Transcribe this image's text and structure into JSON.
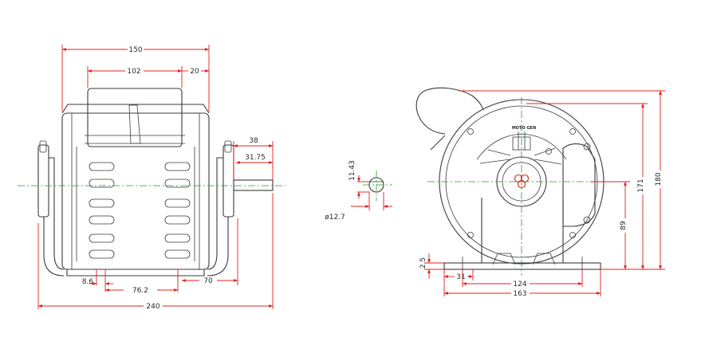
{
  "front_view": {
    "dim_overall_width": "150",
    "dim_box_width": "102",
    "dim_box_offset": "20",
    "dim_shaft_length": "38",
    "dim_shaft_key": "31.75",
    "dim_foot_offset": "8.6",
    "dim_foot_spacing": "76.2",
    "dim_foot_to_shaft": "70",
    "dim_total_length": "240"
  },
  "shaft_section": {
    "dim_key_height": "11.43",
    "dim_diameter": "ø12.7"
  },
  "side_view": {
    "brand_label": "MOTO GEN",
    "dim_base_thickness": "2.5",
    "dim_slot_offset": "31",
    "dim_hole_spacing": "124",
    "dim_base_width": "163",
    "dim_shaft_height": "89",
    "dim_height_171": "171",
    "dim_height_180": "180"
  },
  "colors": {
    "outline": "#3a3a3a",
    "dimension": "#e0201c",
    "centerline": "#1fa01f"
  }
}
